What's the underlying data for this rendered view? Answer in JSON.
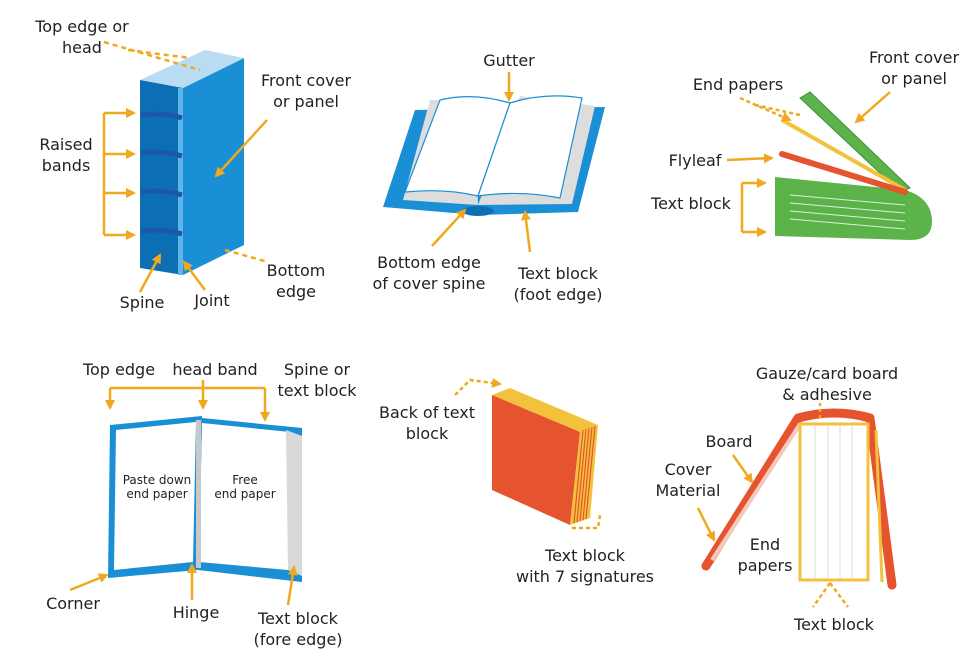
{
  "colors": {
    "arrow": "#f0a81e",
    "blue": "#1a8fd6",
    "blue_dark": "#0c6fb3",
    "band": "#1f57a8",
    "green": "#5bb34a",
    "green_dark": "#3f8f36",
    "red": "#e5532f",
    "page_edge": "#f2c23c",
    "grey": "#c8c8c8"
  },
  "icons": [
    "book-spine-illustration",
    "open-book-illustration",
    "book-layers-illustration",
    "cover-inside-illustration",
    "text-block-illustration",
    "binding-cross-section-illustration"
  ],
  "panel1": {
    "top_edge": [
      "Top edge or",
      "head"
    ],
    "front_cover": [
      "Front cover",
      "or panel"
    ],
    "raised_bands": [
      "Raised",
      "bands"
    ],
    "bottom_edge": [
      "Bottom",
      "edge"
    ],
    "spine": "Spine",
    "joint": "Joint"
  },
  "panel2": {
    "gutter": "Gutter",
    "bottom_edge_spine": [
      "Bottom edge",
      "of cover spine"
    ],
    "text_block_foot": [
      "Text block",
      "(foot edge)"
    ]
  },
  "panel3": {
    "front_cover": [
      "Front cover",
      "or panel"
    ],
    "end_papers": "End papers",
    "flyleaf": "Flyleaf",
    "text_block": "Text block"
  },
  "panel4": {
    "top_edge": "Top edge",
    "head_band": "head band",
    "spine_text_block": [
      "Spine or",
      "text block"
    ],
    "paste_down": [
      "Paste down",
      "end paper"
    ],
    "free_end": [
      "Free",
      "end paper"
    ],
    "corner": "Corner",
    "hinge": "Hinge",
    "text_block_fore": [
      "Text block",
      "(fore edge)"
    ]
  },
  "panel5": {
    "back_text_block": [
      "Back of text",
      "block"
    ],
    "text_block_signatures": [
      "Text block",
      "with 7 signatures"
    ]
  },
  "panel6": {
    "gauze": [
      "Gauze/card board",
      "& adhesive"
    ],
    "board": "Board",
    "cover_material": [
      "Cover",
      "Material"
    ],
    "end_papers": [
      "End",
      "papers"
    ],
    "text_block": "Text block"
  }
}
